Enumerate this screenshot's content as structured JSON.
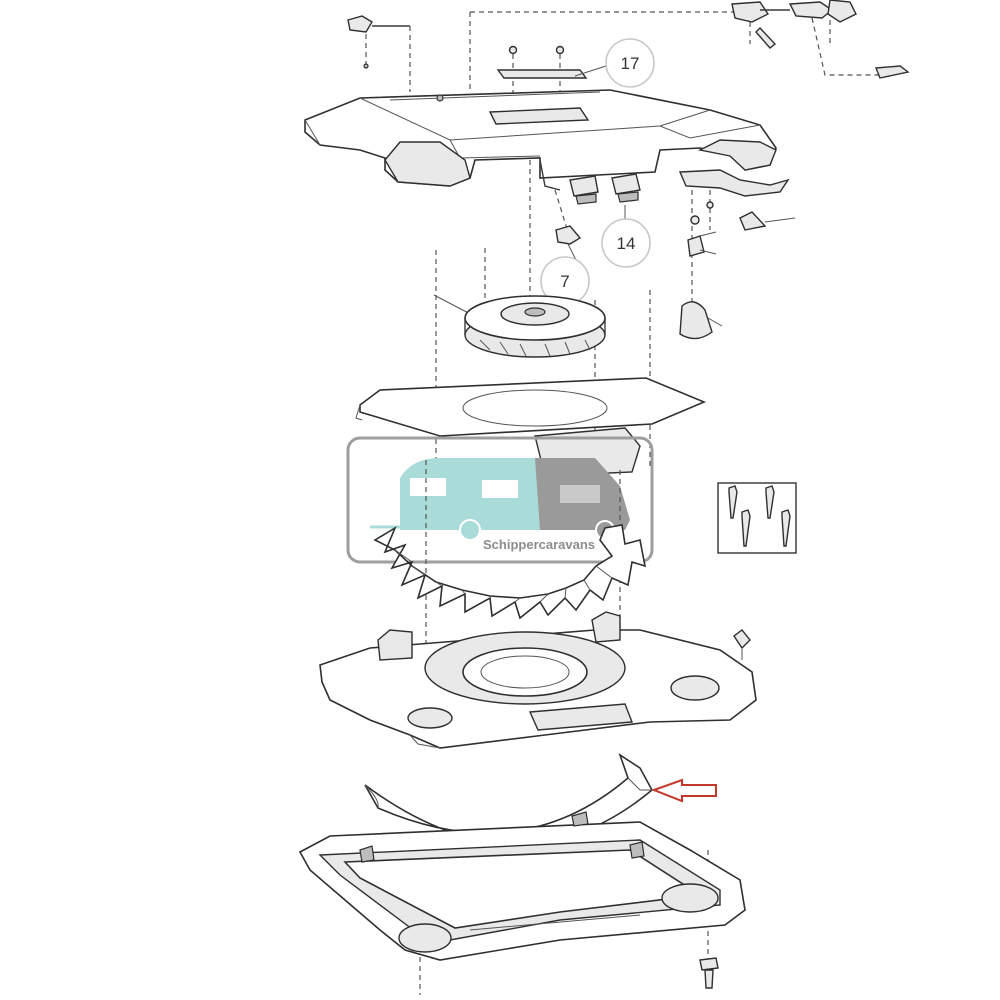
{
  "callouts": [
    {
      "label": "17"
    },
    {
      "label": "14"
    },
    {
      "label": "7"
    }
  ],
  "watermark": {
    "text": "Schippercaravans"
  },
  "colors": {
    "pointer_arrow": "#c0392b",
    "watermark_caravan": "#a9dcd8",
    "watermark_van": "#9a9a9a",
    "watermark_frame": "#9e9e9e"
  },
  "icons": {
    "pointer": "arrow-left-icon",
    "screws_box": "screws-icon",
    "watermark": "caravan-van-logo"
  }
}
